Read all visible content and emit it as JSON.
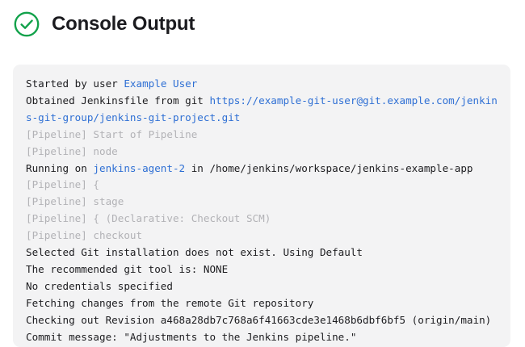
{
  "header": {
    "title": "Console Output",
    "status_icon": "check-circle-icon",
    "status_color": "#12a24b"
  },
  "colors": {
    "panel_background": "#f3f3f4",
    "text": "#1d1d20",
    "muted_text": "#b2b2b6",
    "link": "#2e6fd4",
    "title": "#1b1b1f"
  },
  "console": {
    "lines": [
      {
        "style": "normal",
        "segments": [
          {
            "text": "Started by user ",
            "type": "text"
          },
          {
            "text": "Example User",
            "type": "link"
          }
        ]
      },
      {
        "style": "normal",
        "segments": [
          {
            "text": "Obtained Jenkinsfile from git ",
            "type": "text"
          },
          {
            "text": "https://example-git-user@git.example.com/jenkins-git-group/jenkins-git-project.git",
            "type": "link"
          }
        ]
      },
      {
        "style": "muted",
        "segments": [
          {
            "text": "[Pipeline] Start of Pipeline",
            "type": "text"
          }
        ]
      },
      {
        "style": "muted",
        "segments": [
          {
            "text": "[Pipeline] node",
            "type": "text"
          }
        ]
      },
      {
        "style": "normal",
        "segments": [
          {
            "text": "Running on ",
            "type": "text"
          },
          {
            "text": "jenkins-agent-2",
            "type": "link"
          },
          {
            "text": " in /home/jenkins/workspace/jenkins-example-app",
            "type": "text"
          }
        ]
      },
      {
        "style": "muted",
        "segments": [
          {
            "text": "[Pipeline] {",
            "type": "text"
          }
        ]
      },
      {
        "style": "muted",
        "segments": [
          {
            "text": "[Pipeline] stage",
            "type": "text"
          }
        ]
      },
      {
        "style": "muted",
        "segments": [
          {
            "text": "[Pipeline] { (Declarative: Checkout SCM)",
            "type": "text"
          }
        ]
      },
      {
        "style": "muted",
        "segments": [
          {
            "text": "[Pipeline] checkout",
            "type": "text"
          }
        ]
      },
      {
        "style": "normal",
        "segments": [
          {
            "text": "Selected Git installation does not exist. Using Default",
            "type": "text"
          }
        ]
      },
      {
        "style": "normal",
        "segments": [
          {
            "text": "The recommended git tool is: NONE",
            "type": "text"
          }
        ]
      },
      {
        "style": "normal",
        "segments": [
          {
            "text": "No credentials specified",
            "type": "text"
          }
        ]
      },
      {
        "style": "normal",
        "segments": [
          {
            "text": "Fetching changes from the remote Git repository",
            "type": "text"
          }
        ]
      },
      {
        "style": "normal",
        "segments": [
          {
            "text": "Checking out Revision a468a28db7c768a6f41663cde3e1468b6dbf6bf5 (origin/main)",
            "type": "text"
          }
        ]
      },
      {
        "style": "normal",
        "segments": [
          {
            "text": "Commit message: \"Adjustments to the Jenkins pipeline.\"",
            "type": "text"
          }
        ]
      }
    ]
  }
}
